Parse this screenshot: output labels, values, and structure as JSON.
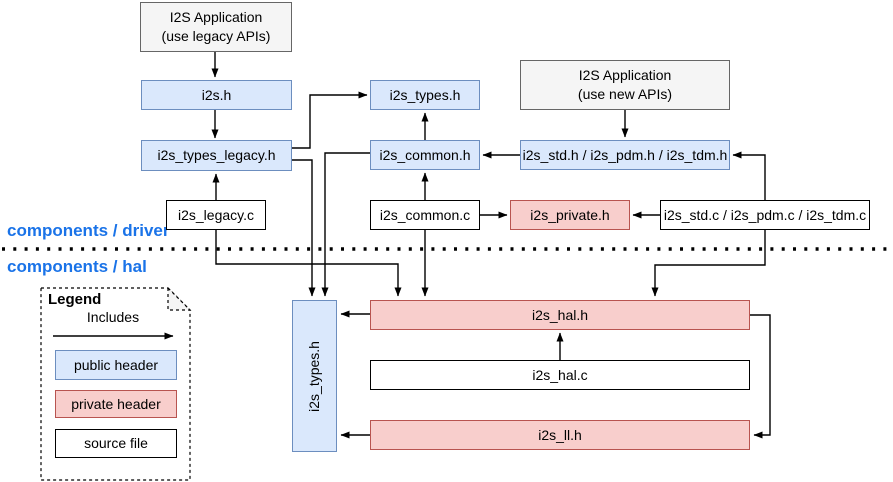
{
  "layers": {
    "driver": "components / driver",
    "hal": "components / hal"
  },
  "nodes": {
    "app_legacy": "I2S Application\n(use legacy APIs)",
    "app_new": "I2S Application\n(use new APIs)",
    "i2s_h": "i2s.h",
    "i2s_types_legacy_h": "i2s_types_legacy.h",
    "i2s_legacy_c": "i2s_legacy.c",
    "i2s_types_h_driver": "i2s_types.h",
    "i2s_common_h": "i2s_common.h",
    "i2s_common_c": "i2s_common.c",
    "i2s_private_h": "i2s_private.h",
    "i2s_std_h": "i2s_std.h / i2s_pdm.h / i2s_tdm.h",
    "i2s_std_c": "i2s_std.c / i2s_pdm.c / i2s_tdm.c",
    "i2s_types_h_hal": "i2s_types.h",
    "i2s_hal_h": "i2s_hal.h",
    "i2s_hal_c": "i2s_hal.c",
    "i2s_ll_h": "i2s_ll.h"
  },
  "legend": {
    "title": "Legend",
    "includes_label": "Includes",
    "public_header": "public header",
    "private_header": "private header",
    "source_file": "source file"
  },
  "colors": {
    "public_header_fill": "#dae8fc",
    "public_header_border": "#6c8ebf",
    "private_header_fill": "#f8cecc",
    "private_header_border": "#b85450",
    "app_box_fill": "#f5f5f5",
    "app_box_border": "#666666",
    "source_fill": "#ffffff",
    "source_border": "#000000",
    "layer_label": "#1a73e8",
    "edge": "#000000"
  }
}
